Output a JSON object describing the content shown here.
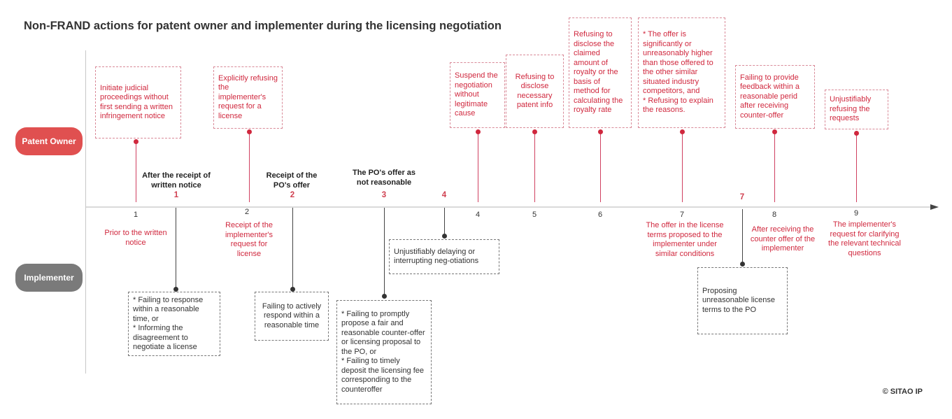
{
  "title": "Non-FRAND actions for patent owner and implementer during the licensing negotiation",
  "lanes": {
    "patent_owner": "Patent Owner",
    "implementer": "Implementer"
  },
  "colors": {
    "patent_owner": "#e05050",
    "implementer": "#7a7a7a",
    "accent_red": "#d0283e"
  },
  "po_stages": [
    {
      "num": "1",
      "label": "Prior to the written notice"
    },
    {
      "num": "2",
      "label": "Receipt of the implementer's request for license"
    },
    {
      "num": "4",
      "label": ""
    },
    {
      "num": "5",
      "label": ""
    },
    {
      "num": "6",
      "label": ""
    },
    {
      "num": "7",
      "label": "The offer in the license terms proposed to the implementer under similar conditions"
    },
    {
      "num": "8",
      "label": "After receiving the counter offer of the implementer"
    },
    {
      "num": "9",
      "label": "The implementer's request for clarifying the relevant technical questions"
    }
  ],
  "im_stages": [
    {
      "num": "1",
      "label": "After the receipt of written notice"
    },
    {
      "num": "2",
      "label": "Receipt of the PO's offer"
    },
    {
      "num": "3",
      "label": "The PO's offer as not reasonable"
    },
    {
      "num": "4",
      "label": ""
    },
    {
      "num": "7",
      "label": ""
    }
  ],
  "po_actions": [
    "Initiate judicial proceedings without first sending a written infringement notice",
    "Explicitly refusing the implementer's request for a license",
    "Suspend the negotiation without legitimate cause",
    "Refusing to disclose necessary patent info",
    "Refusing to disclose the claimed amount of royalty or the basis of method for calculating the royalty rate",
    "* The offer is significantly or unreasonably higher than those offered to the other similar situated industry competitors,  and\n* Refusing to explain the reasons.",
    "Failing to provide feedback within a reasonable perid after receiving counter-offer",
    "Unjustifiably refusing the requests"
  ],
  "im_actions": [
    "* Failing to response within a reasonable time, or\n* Informing the disagreement to negotiate a license",
    "Failing to actively respond within a reasonable time",
    "* Failing to promptly propose a fair and reasonable counter-offer or licensing proposal to the PO, or\n* Failing to timely deposit the licensing fee corresponding to the counteroffer",
    "Unjustifiably delaying or interrupting neg-otiations",
    "Proposing unreasonable license terms to the PO"
  ],
  "copyright": "© SITAO IP"
}
